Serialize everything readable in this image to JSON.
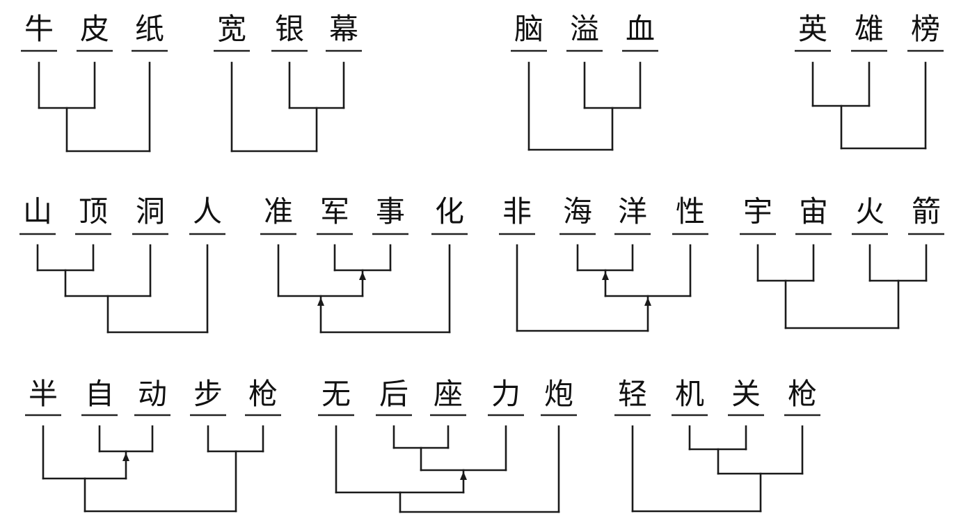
{
  "style": {
    "ink_color": "#1a1a1a",
    "background": "#ffffff"
  },
  "terms": [
    {
      "id": "niupizhi",
      "chars": [
        "牛",
        "皮",
        "纸"
      ],
      "merges": [
        {
          "children": [
            "c0",
            "c1"
          ],
          "id": "m1"
        },
        {
          "children": [
            "m1",
            "c2"
          ],
          "id": "m2"
        }
      ]
    },
    {
      "id": "kuanyinmu",
      "chars": [
        "宽",
        "银",
        "幕"
      ],
      "merges": [
        {
          "children": [
            "c1",
            "c2"
          ],
          "id": "m1"
        },
        {
          "children": [
            "c0",
            "m1"
          ],
          "id": "m2"
        }
      ]
    },
    {
      "id": "naoyixue",
      "chars": [
        "脑",
        "溢",
        "血"
      ],
      "merges": [
        {
          "children": [
            "c1",
            "c2"
          ],
          "id": "m1"
        },
        {
          "children": [
            "c0",
            "m1"
          ],
          "id": "m2"
        }
      ]
    },
    {
      "id": "yingxiongbang",
      "chars": [
        "英",
        "雄",
        "榜"
      ],
      "merges": [
        {
          "children": [
            "c0",
            "c1"
          ],
          "id": "m1"
        },
        {
          "children": [
            "m1",
            "c2"
          ],
          "id": "m2"
        }
      ]
    },
    {
      "id": "shandingdongren",
      "chars": [
        "山",
        "顶",
        "洞",
        "人"
      ],
      "merges": [
        {
          "children": [
            "c0",
            "c1"
          ],
          "id": "m1"
        },
        {
          "children": [
            "m1",
            "c2"
          ],
          "id": "m2"
        },
        {
          "children": [
            "m2",
            "c3"
          ],
          "id": "m3"
        }
      ]
    },
    {
      "id": "zhunjunshihua",
      "chars": [
        "准",
        "军",
        "事",
        "化"
      ],
      "merges": [
        {
          "children": [
            "c1",
            "c2"
          ],
          "id": "m1",
          "arrow": true
        },
        {
          "children": [
            "c0",
            "m1"
          ],
          "id": "m2",
          "arrow": true
        },
        {
          "children": [
            "m2",
            "c3"
          ],
          "id": "m3"
        }
      ]
    },
    {
      "id": "feihaiyangxing",
      "chars": [
        "非",
        "海",
        "洋",
        "性"
      ],
      "merges": [
        {
          "children": [
            "c1",
            "c2"
          ],
          "id": "m1",
          "arrow": true
        },
        {
          "children": [
            "m1",
            "c3"
          ],
          "id": "m2",
          "arrow": true
        },
        {
          "children": [
            "c0",
            "m2"
          ],
          "id": "m3"
        }
      ]
    },
    {
      "id": "yuzhouhuojian",
      "chars": [
        "宇",
        "宙",
        "火",
        "箭"
      ],
      "merges": [
        {
          "children": [
            "c0",
            "c1"
          ],
          "id": "m1"
        },
        {
          "children": [
            "c2",
            "c3"
          ],
          "id": "m2"
        },
        {
          "children": [
            "m1",
            "m2"
          ],
          "id": "m3"
        }
      ]
    },
    {
      "id": "banzidongbuqiang",
      "chars": [
        "半",
        "自",
        "动",
        "步",
        "枪"
      ],
      "merges": [
        {
          "children": [
            "c1",
            "c2"
          ],
          "id": "m1",
          "arrow": true
        },
        {
          "children": [
            "c0",
            "m1"
          ],
          "id": "m2"
        },
        {
          "children": [
            "c3",
            "c4"
          ],
          "id": "m3"
        },
        {
          "children": [
            "m2",
            "m3"
          ],
          "id": "m4"
        }
      ]
    },
    {
      "id": "wuhouzuolipao",
      "chars": [
        "无",
        "后",
        "座",
        "力",
        "炮"
      ],
      "merges": [
        {
          "children": [
            "c1",
            "c2"
          ],
          "id": "m1"
        },
        {
          "children": [
            "m1",
            "c3"
          ],
          "id": "m2",
          "arrow": true
        },
        {
          "children": [
            "c0",
            "m2"
          ],
          "id": "m3"
        },
        {
          "children": [
            "m3",
            "c4"
          ],
          "id": "m4"
        }
      ]
    },
    {
      "id": "qingjiguanqiang",
      "chars": [
        "轻",
        "机",
        "关",
        "枪"
      ],
      "merges": [
        {
          "children": [
            "c1",
            "c2"
          ],
          "id": "m1"
        },
        {
          "children": [
            "m1",
            "c3"
          ],
          "id": "m2"
        },
        {
          "children": [
            "c0",
            "m2"
          ],
          "id": "m3"
        }
      ]
    }
  ]
}
